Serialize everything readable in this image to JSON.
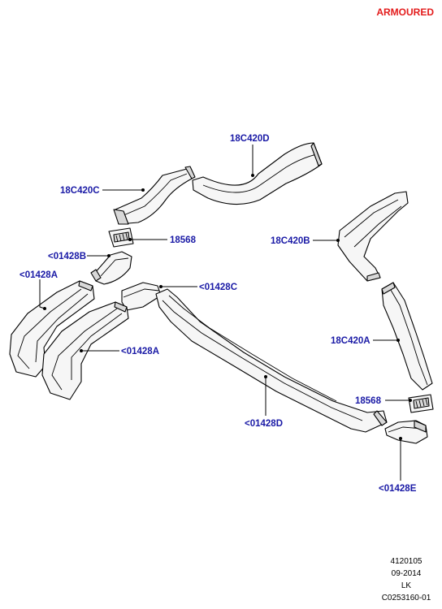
{
  "header": {
    "variant_label": "ARMOURED",
    "variant_color": "#e31b1b"
  },
  "callout_color": "#1a1aa6",
  "callouts": {
    "duct_18c420d": "18C420D",
    "duct_18c420c": "18C420C",
    "vent_18568_upper": "18568",
    "elbow_01428b": "<01428B",
    "duct_01428a_left": "<01428A",
    "duct_01428c": "<01428C",
    "duct_01428a_right": "<01428A",
    "duct_18c420b": "18C420B",
    "duct_18c420a": "18C420A",
    "vent_18568_lower": "18568",
    "duct_01428d": "<01428D",
    "elbow_01428e": "<01428E"
  },
  "footer": {
    "line1": "4120105",
    "line2": "09-2014",
    "line3": "LK",
    "line4": "C0253160-01"
  }
}
